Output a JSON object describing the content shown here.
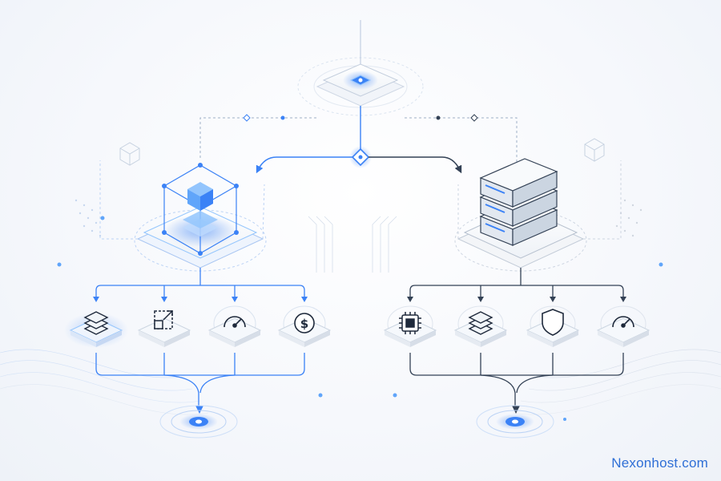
{
  "brand": {
    "text": "Nexonhost.com",
    "color": "#2f6fd6"
  },
  "colors": {
    "accent": "#3b82f6",
    "accent_light": "#93c5fd",
    "dark": "#334155",
    "mid": "#64748b",
    "background": "#f4f7fb"
  },
  "nodes": {
    "top_hub": {
      "icon": "glowing-chip-platform-icon"
    },
    "junction": {
      "icon": "diamond-junction-icon"
    },
    "left_main": {
      "icon": "cloud-cube-icon",
      "tone": "blue"
    },
    "right_main": {
      "icon": "server-rack-icon",
      "tone": "dark"
    },
    "left_features": [
      {
        "icon": "layers-icon"
      },
      {
        "icon": "scale-icon"
      },
      {
        "icon": "gauge-icon"
      },
      {
        "icon": "dollar-icon"
      }
    ],
    "right_features": [
      {
        "icon": "cpu-icon"
      },
      {
        "icon": "layers-icon"
      },
      {
        "icon": "shield-icon"
      },
      {
        "icon": "gauge-icon"
      }
    ],
    "left_output": {
      "icon": "glow-target-icon"
    },
    "right_output": {
      "icon": "glow-target-icon"
    }
  }
}
